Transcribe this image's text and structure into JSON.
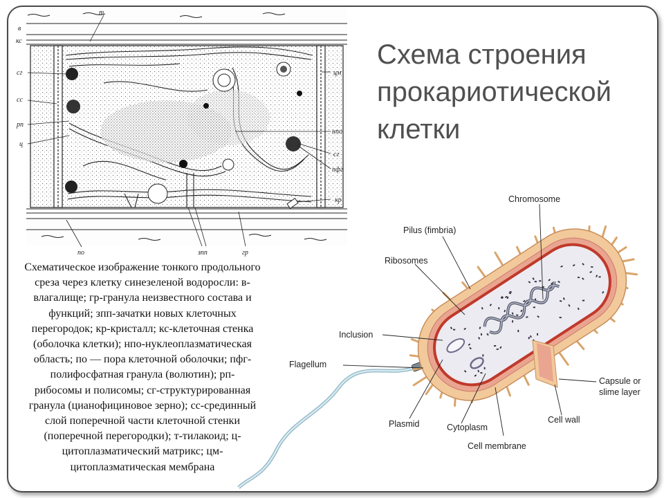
{
  "slide": {
    "title_lines": [
      "Схема строения",
      "прокариотической",
      "клетки"
    ]
  },
  "micrograph": {
    "labels": {
      "t": "т",
      "v": "в",
      "ks": "кс",
      "sg_left": "сг",
      "ss": "сс",
      "rp": "рп",
      "ts": "ц",
      "po": "по",
      "cm": "цм",
      "npo": "нпо",
      "sg_right": "сг",
      "pfg": "пфг",
      "kr": "кр",
      "zpp": "зпп",
      "gr": "гр"
    }
  },
  "caption": {
    "lines": [
      "Схематическое изображение тонкого продольного",
      "среза через клетку синезеленой водоросли:  в-",
      "влагалище;  гр-гранула неизвестного состава и",
      "функций; зпп-зачатки  новых  клеточных",
      "перегородок; кр-кристалл; кс-клеточная стенка",
      "(оболочка клетки); нпо-нуклеоплазматическая",
      "область; по — пора клеточной оболочки;   пфг-",
      "полифосфатная гранула (волютин);   рп-",
      "рибосомы и полисомы; сг-структурированная",
      "гранула   (цианофициновое зерно); сс-срединный",
      "слой поперечной части клеточной  стенки",
      "(поперечной   перегородки); т-тилакоид; ц-",
      "цитоплазматический   матрикс;  цм-",
      "цитоплазматическая мембрана"
    ]
  },
  "bacterium": {
    "labels": {
      "chromosome": "Chromosome",
      "pilus": "Pilus (fimbria)",
      "ribosomes": "Ribosomes",
      "inclusion": "Inclusion",
      "flagellum": "Flagellum",
      "capsule_line1": "Capsule or",
      "capsule_line2": "slime layer",
      "plasmid": "Plasmid",
      "cytoplasm": "Cytoplasm",
      "cell_wall": "Cell wall",
      "cell_membrane": "Cell membrane"
    },
    "colors": {
      "capsule": "#f0c89a",
      "cell_wall": "#e8a08a",
      "membrane": "#c0392b",
      "cytoplasm": "#e7e7ee",
      "flagellum": "#b9d6e0"
    }
  }
}
